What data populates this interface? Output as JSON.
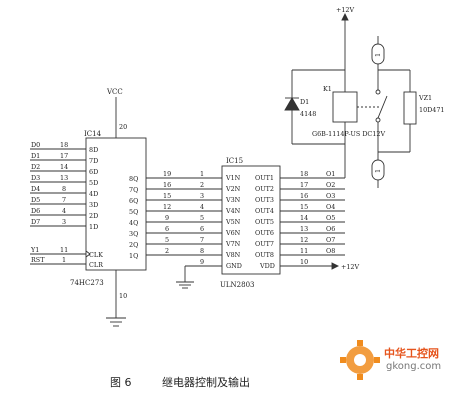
{
  "power": {
    "v12_top": "+12V",
    "vcc": "VCC",
    "v12_bottom": "+12V"
  },
  "ic14": {
    "ref": "IC14",
    "part": "74HC273",
    "top_pin": "20",
    "bottom_pin": "10",
    "inputs": [
      {
        "net": "D0",
        "num": "18",
        "name": "8D"
      },
      {
        "net": "D1",
        "num": "17",
        "name": "7D"
      },
      {
        "net": "D2",
        "num": "14",
        "name": "6D"
      },
      {
        "net": "D3",
        "num": "13",
        "name": "5D"
      },
      {
        "net": "D4",
        "num": "8",
        "name": "4D"
      },
      {
        "net": "D5",
        "num": "7",
        "name": "3D"
      },
      {
        "net": "D6",
        "num": "4",
        "name": "2D"
      },
      {
        "net": "D7",
        "num": "3",
        "name": "1D"
      }
    ],
    "clk": {
      "net": "Y1",
      "num": "11",
      "name": "CLK"
    },
    "clr": {
      "net": "RST",
      "num": "1",
      "name": "CLR"
    },
    "outputs": [
      {
        "name": "8Q",
        "num": "19"
      },
      {
        "name": "7Q",
        "num": "16"
      },
      {
        "name": "6Q",
        "num": "15"
      },
      {
        "name": "5Q",
        "num": "12"
      },
      {
        "name": "4Q",
        "num": "9"
      },
      {
        "name": "3Q",
        "num": "6"
      },
      {
        "name": "2Q",
        "num": "5"
      },
      {
        "name": "1Q",
        "num": "2"
      }
    ]
  },
  "ic15": {
    "ref": "IC15",
    "part": "ULN2803",
    "inputs": [
      {
        "num": "1",
        "name": "V1N"
      },
      {
        "num": "2",
        "name": "V2N"
      },
      {
        "num": "3",
        "name": "V3N"
      },
      {
        "num": "4",
        "name": "V4N"
      },
      {
        "num": "5",
        "name": "V5N"
      },
      {
        "num": "6",
        "name": "V6N"
      },
      {
        "num": "7",
        "name": "V7N"
      },
      {
        "num": "8",
        "name": "V8N"
      }
    ],
    "gnd": {
      "num": "9",
      "name": "GND"
    },
    "outputs": [
      {
        "name": "OUT1",
        "num": "18",
        "net": "O1"
      },
      {
        "name": "OUT2",
        "num": "17",
        "net": "O2"
      },
      {
        "name": "OUT3",
        "num": "16",
        "net": "O3"
      },
      {
        "name": "OUT4",
        "num": "15",
        "net": "O4"
      },
      {
        "name": "OUT5",
        "num": "14",
        "net": "O5"
      },
      {
        "name": "OUT6",
        "num": "13",
        "net": "O6"
      },
      {
        "name": "OUT7",
        "num": "12",
        "net": "O7"
      },
      {
        "name": "OUT8",
        "num": "11",
        "net": "O8"
      }
    ],
    "vdd": {
      "num": "10",
      "name": "VDD"
    }
  },
  "relay": {
    "ref": "K1",
    "part": "G6B-1114P-US DC12V"
  },
  "diode": {
    "ref": "D1",
    "part": "4148"
  },
  "varistor": {
    "ref": "VZ1",
    "part": "10D471"
  },
  "connector": {
    "pin": "1"
  },
  "caption": {
    "number": "图 6",
    "title": "继电器控制及输出"
  },
  "watermark": {
    "brand": "中华工控网",
    "url": "gkong.com",
    "accent": "#f08c1e"
  }
}
